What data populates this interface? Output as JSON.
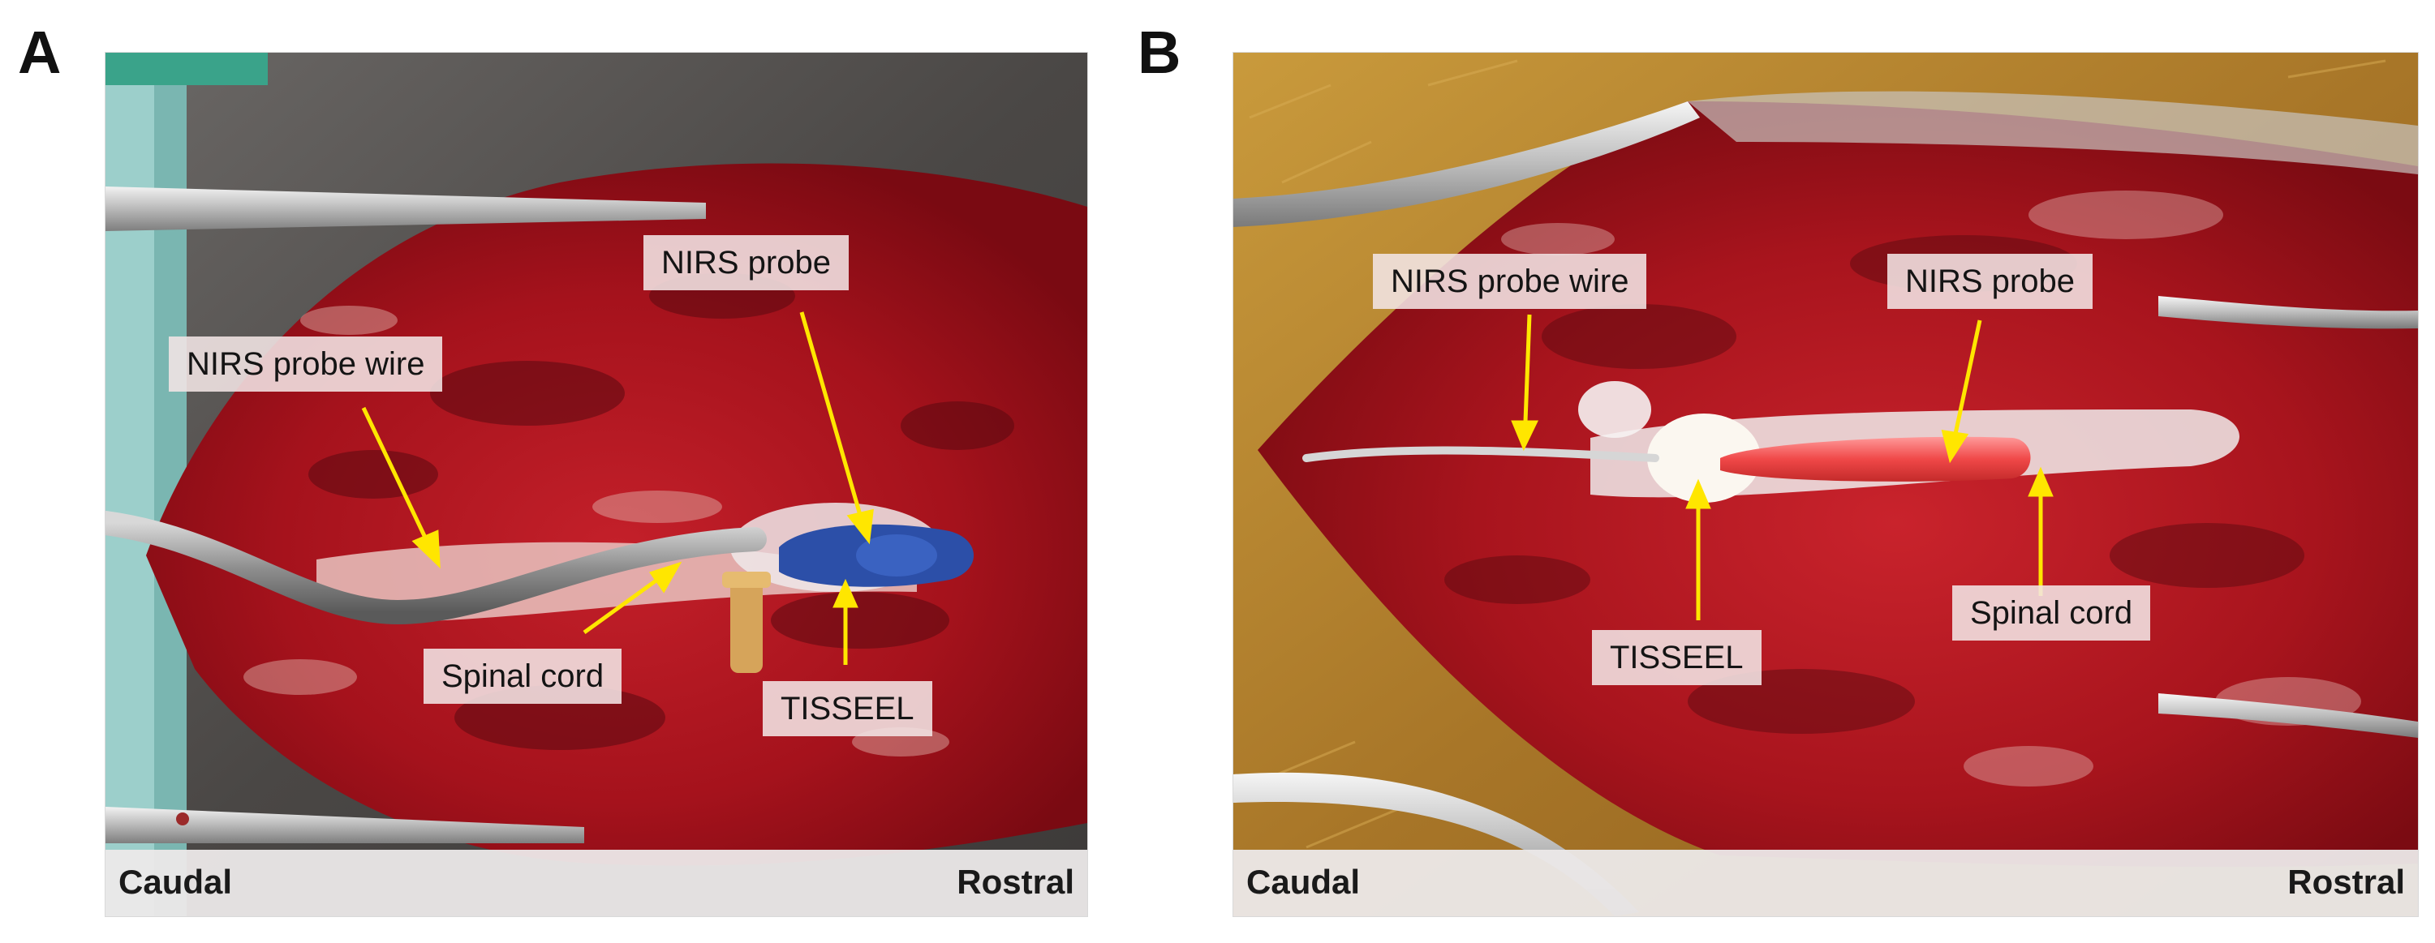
{
  "panel_a": {
    "letter": "A",
    "labels": {
      "nirs_probe": "NIRS probe",
      "nirs_probe_wire": "NIRS probe wire",
      "spinal_cord": "Spinal cord",
      "tisseel": "TISSEEL"
    },
    "footer": {
      "left": "Caudal",
      "right": "Rostral"
    }
  },
  "panel_b": {
    "letter": "B",
    "labels": {
      "nirs_probe_wire": "NIRS probe wire",
      "nirs_probe": "NIRS probe",
      "tisseel": "TISSEEL",
      "spinal_cord": "Spinal cord"
    },
    "footer": {
      "left": "Caudal",
      "right": "Rostral"
    }
  },
  "colors": {
    "arrow": "#ffe600",
    "tissue": "#b3121d",
    "tissue_dark": "#6e0810",
    "skin_a": "#4d4a48",
    "fur_b": "#b8862b",
    "probe_a": "#2c4fa8",
    "probe_b": "#f04848",
    "label_bg": "#f3e5e5"
  }
}
